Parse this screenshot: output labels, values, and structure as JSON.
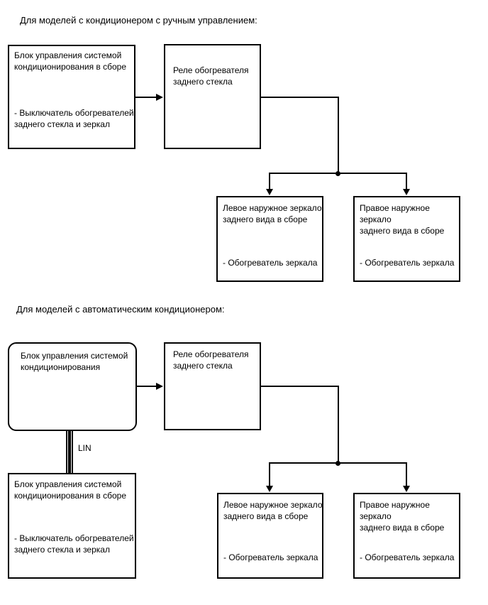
{
  "colors": {
    "background": "#ffffff",
    "line": "#000000",
    "text": "#000000"
  },
  "s1": {
    "title": "Для моделей с кондиционером с ручным управлением:",
    "control_box": {
      "title": "Блок управления системой\nкондиционирования в сборе",
      "item": "- Выключатель обогревателей\nзаднего стекла и зеркал"
    },
    "relay_box": {
      "title": "Реле обогревателя\nзаднего стекла"
    },
    "left_mirror_box": {
      "title": "Левое наружное зеркало\nзаднего вида в сборе",
      "item": "- Обогреватель зеркала"
    },
    "right_mirror_box": {
      "title": "Правое наружное зеркало\nзаднего вида в сборе",
      "item": "- Обогреватель зеркала"
    }
  },
  "s2": {
    "title": "Для моделей с автоматическим кондиционером:",
    "auto_control_box": {
      "title": "Блок управления системой\nкондиционирования"
    },
    "bus_label": "LIN",
    "control_assembly_box": {
      "title": "Блок управления системой\nкондиционирования в сборе",
      "item": "- Выключатель обогревателей\nзаднего стекла и зеркал"
    },
    "relay_box": {
      "title": "Реле обогревателя\nзаднего стекла"
    },
    "left_mirror_box": {
      "title": "Левое наружное зеркало\nзаднего вида в сборе",
      "item": "- Обогреватель зеркала"
    },
    "right_mirror_box": {
      "title": "Правое наружное зеркало\nзаднего вида в сборе",
      "item": "- Обогреватель зеркала"
    }
  }
}
